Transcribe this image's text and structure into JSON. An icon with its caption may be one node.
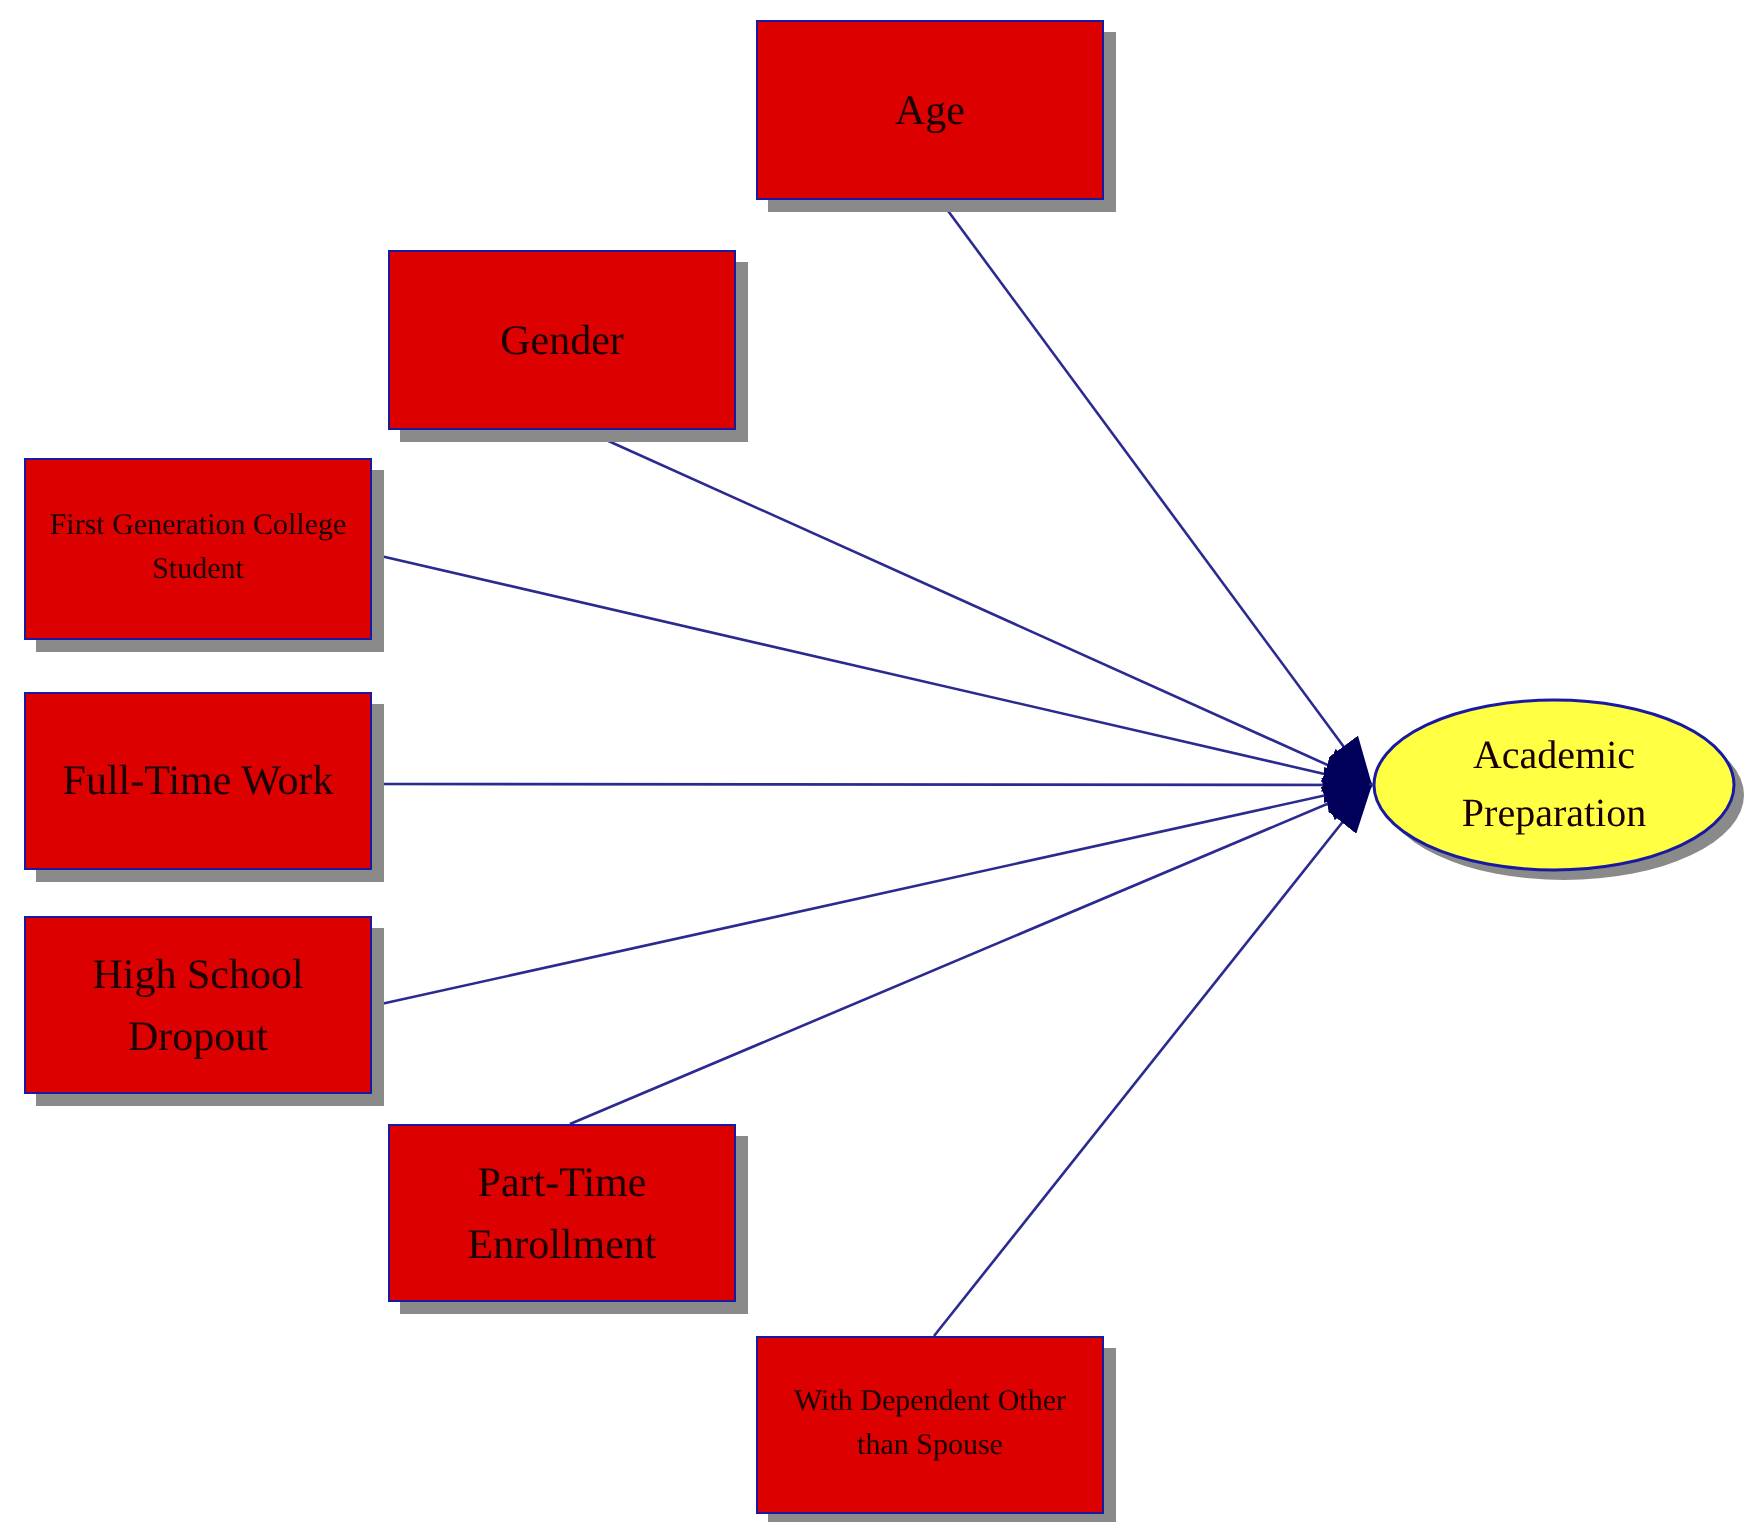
{
  "diagram": {
    "nodes": [
      {
        "text": [
          "Age"
        ]
      },
      {
        "text": [
          "Gender"
        ]
      },
      {
        "text": [
          "First Generation College Student"
        ]
      },
      {
        "text": [
          "Full-Time Work"
        ]
      },
      {
        "text": [
          "High School Dropout"
        ]
      },
      {
        "text": [
          "Part-Time Enrollment"
        ]
      },
      {
        "text": [
          "With Dependent Other than Spouse"
        ]
      },
      {
        "text": [
          "Academic Preparation"
        ]
      }
    ],
    "edges": [
      {
        "from": 0,
        "to": 7,
        "arrow": "to"
      },
      {
        "from": 1,
        "to": 7,
        "arrow": "to"
      },
      {
        "from": 2,
        "to": 7,
        "arrow": "to"
      },
      {
        "from": 3,
        "to": 7,
        "arrow": "to"
      },
      {
        "from": 4,
        "to": 7,
        "arrow": "to"
      },
      {
        "from": 5,
        "to": 7,
        "arrow": "to"
      },
      {
        "from": 6,
        "to": 7,
        "arrow": "to"
      }
    ]
  }
}
